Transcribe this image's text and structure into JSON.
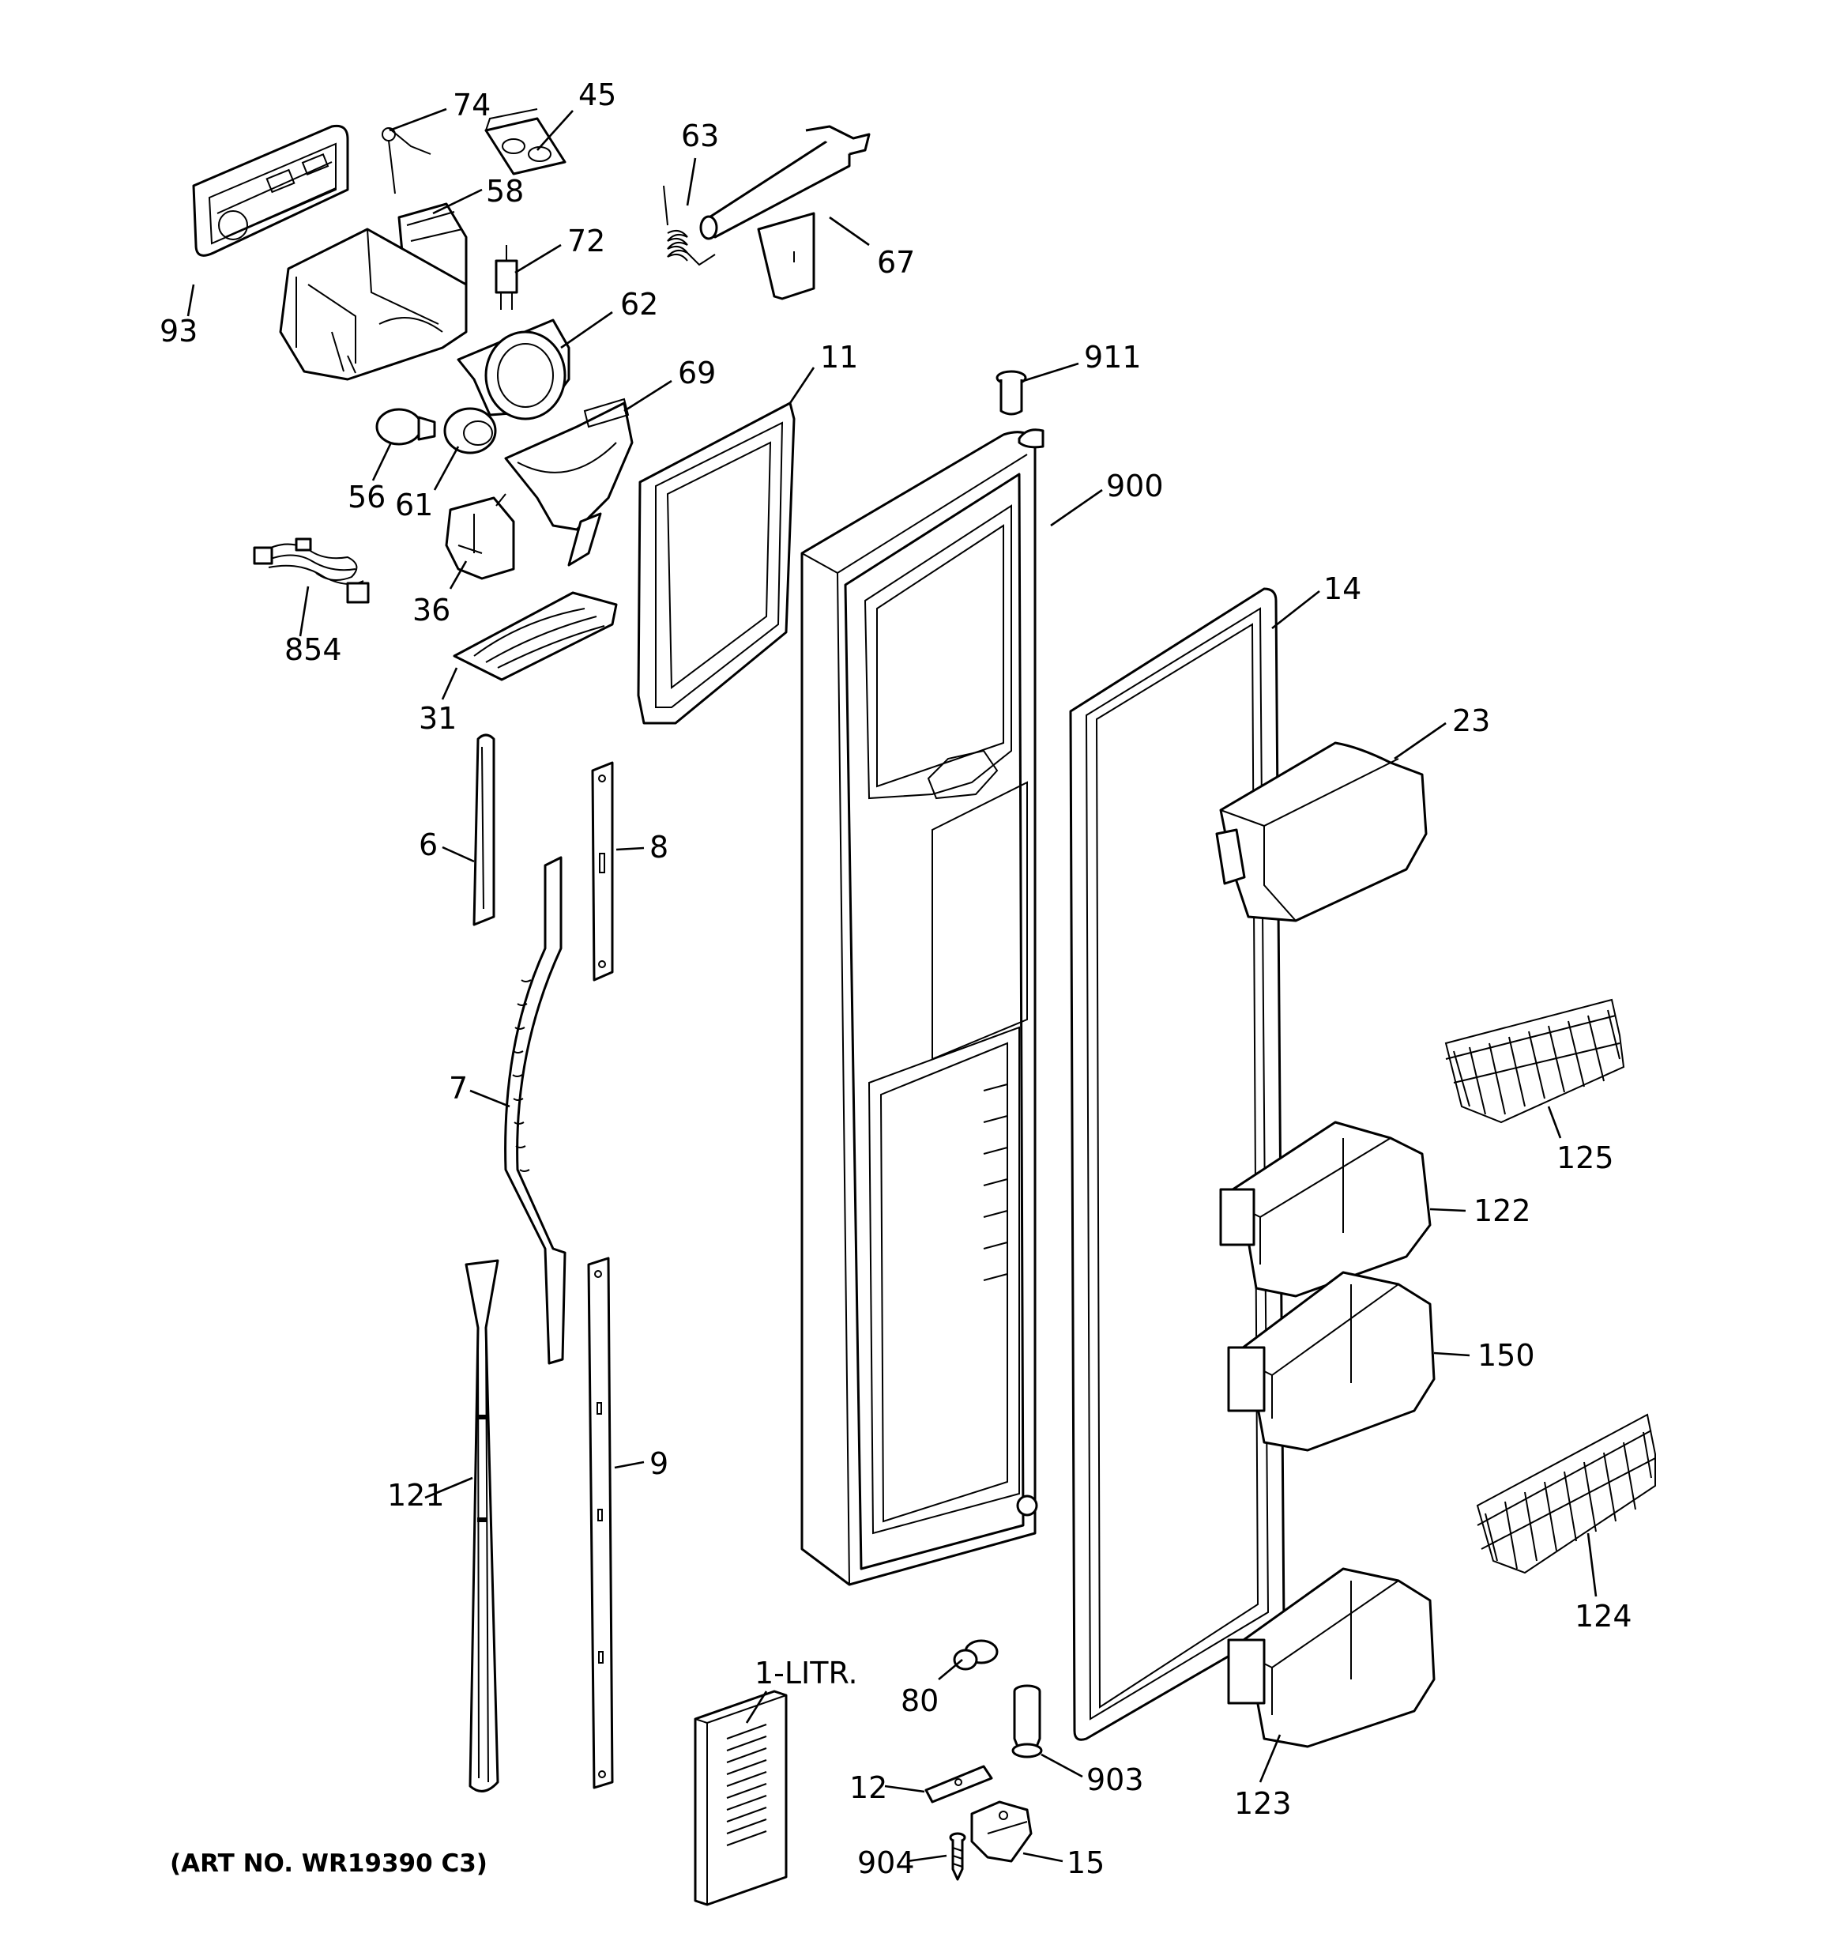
{
  "art_number": "(ART NO. WR19390 C3)",
  "callouts": {
    "p74": "74",
    "p45": "45",
    "p63": "63",
    "p58": "58",
    "p72": "72",
    "p67": "67",
    "p93": "93",
    "p62": "62",
    "p11": "11",
    "p69": "69",
    "p911": "911",
    "p56": "56",
    "p61": "61",
    "p900": "900",
    "p36": "36",
    "p14": "14",
    "p854": "854",
    "p31": "31",
    "p23": "23",
    "p6": "6",
    "p8": "8",
    "p7": "7",
    "p125": "125",
    "p122": "122",
    "p150": "150",
    "p121": "121",
    "p9": "9",
    "p124": "124",
    "p1litr": "1-LITR.",
    "p80": "80",
    "p12": "12",
    "p903": "903",
    "p123": "123",
    "p904": "904",
    "p15": "15"
  }
}
